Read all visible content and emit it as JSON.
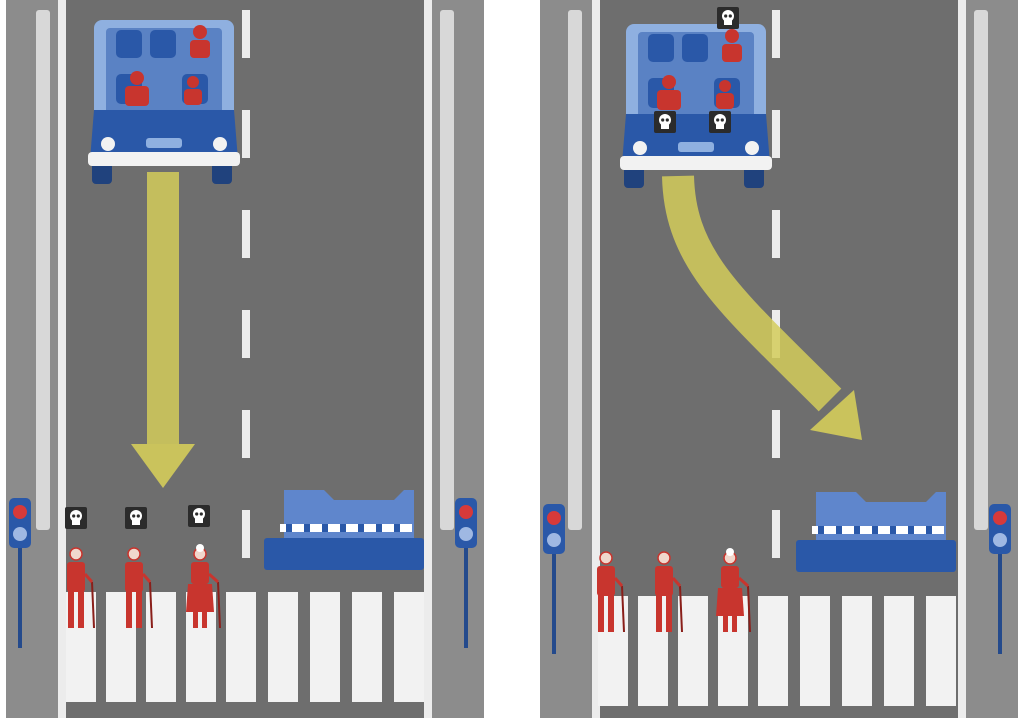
{
  "scenes": [
    {
      "id": "left",
      "outcome": "stay-straight",
      "skull_targets": [
        "pedestrians"
      ],
      "passengers": 3,
      "pedestrians": 3
    },
    {
      "id": "right",
      "outcome": "swerve-into-barrier",
      "skull_targets": [
        "passengers"
      ],
      "passengers": 3,
      "pedestrians": 3
    }
  ],
  "icons": {
    "skull": "skull-icon",
    "signal": "pedestrian-signal-icon",
    "arrow": "direction-arrow-icon",
    "barrier": "barrier-icon",
    "vehicle": "autonomous-car-icon"
  },
  "colors": {
    "road": "#6e6e6e",
    "curb": "#9a9a9a",
    "car_body": "#2a58a8",
    "car_light": "#8fb0e0",
    "person": "#c8352e",
    "arrow": "#d4cc5a",
    "stripe": "#ffffff"
  }
}
